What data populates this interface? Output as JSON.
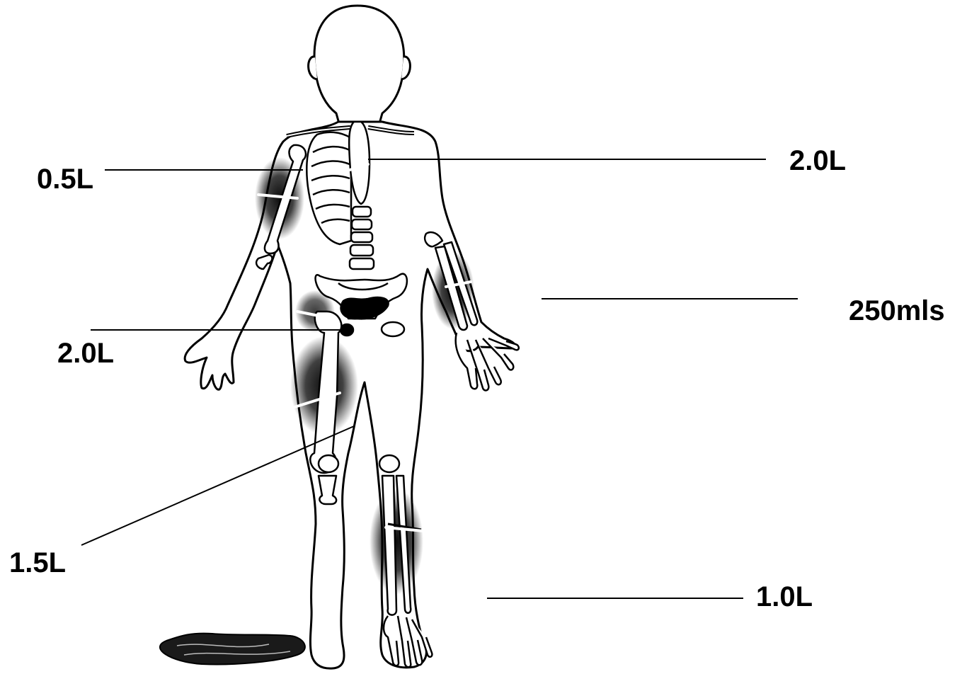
{
  "labels": {
    "chest": "2.0L",
    "humerus": "0.5L",
    "forearm": "250mls",
    "pelvis": "2.0L",
    "femur": "1.5L",
    "tibia": "1.0L"
  },
  "colors": {
    "ink": "#000000",
    "bone": "#ffffff",
    "bleed": "#111111",
    "background": "#ffffff"
  }
}
